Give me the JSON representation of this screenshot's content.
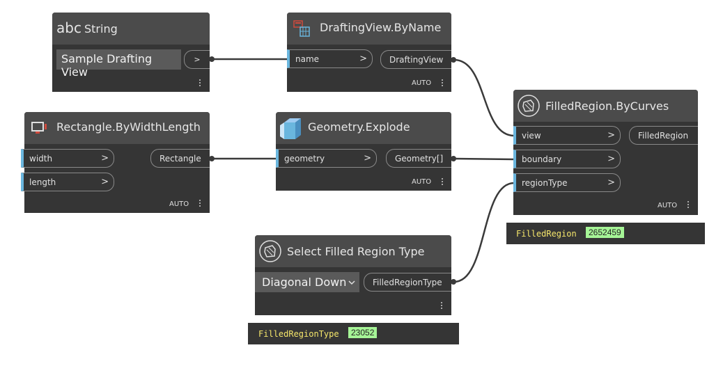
{
  "nodes": {
    "string": {
      "icon": "abc-text-icon",
      "icon_text": "abc",
      "title": "String",
      "value": "Sample Drafting View",
      "expand": ">"
    },
    "drafting_view": {
      "icon": "drafting-view-icon",
      "title": "DraftingView.ByName",
      "input": "name",
      "output": "DraftingView",
      "lacing": "AUTO"
    },
    "rectangle": {
      "icon": "rectangle-icon",
      "title": "Rectangle.ByWidthLength",
      "inputs": [
        "width",
        "length"
      ],
      "output": "Rectangle",
      "lacing": "AUTO"
    },
    "explode": {
      "icon": "cube-icon",
      "title": "Geometry.Explode",
      "input": "geometry",
      "output": "Geometry[]",
      "lacing": "AUTO"
    },
    "filled_region": {
      "icon": "filled-region-icon",
      "title": "FilledRegion.ByCurves",
      "inputs": [
        "view",
        "boundary",
        "regionType"
      ],
      "output": "FilledRegion",
      "lacing": "AUTO"
    },
    "select_type": {
      "icon": "filled-region-icon",
      "title": "Select Filled Region Type",
      "selected": "Diagonal Down",
      "output": "FilledRegionType"
    }
  },
  "previews": {
    "filled_region": {
      "type": "FilledRegion",
      "value": "2652459"
    },
    "region_type": {
      "type": "FilledRegionType",
      "value": "23052"
    }
  },
  "chevron": ">",
  "colors": {
    "node_body": "#353535",
    "node_header": "#4b4b4b",
    "port_accent": "#6ab6de",
    "preview_value": "#a6f597",
    "preview_type": "#f5e66b"
  }
}
